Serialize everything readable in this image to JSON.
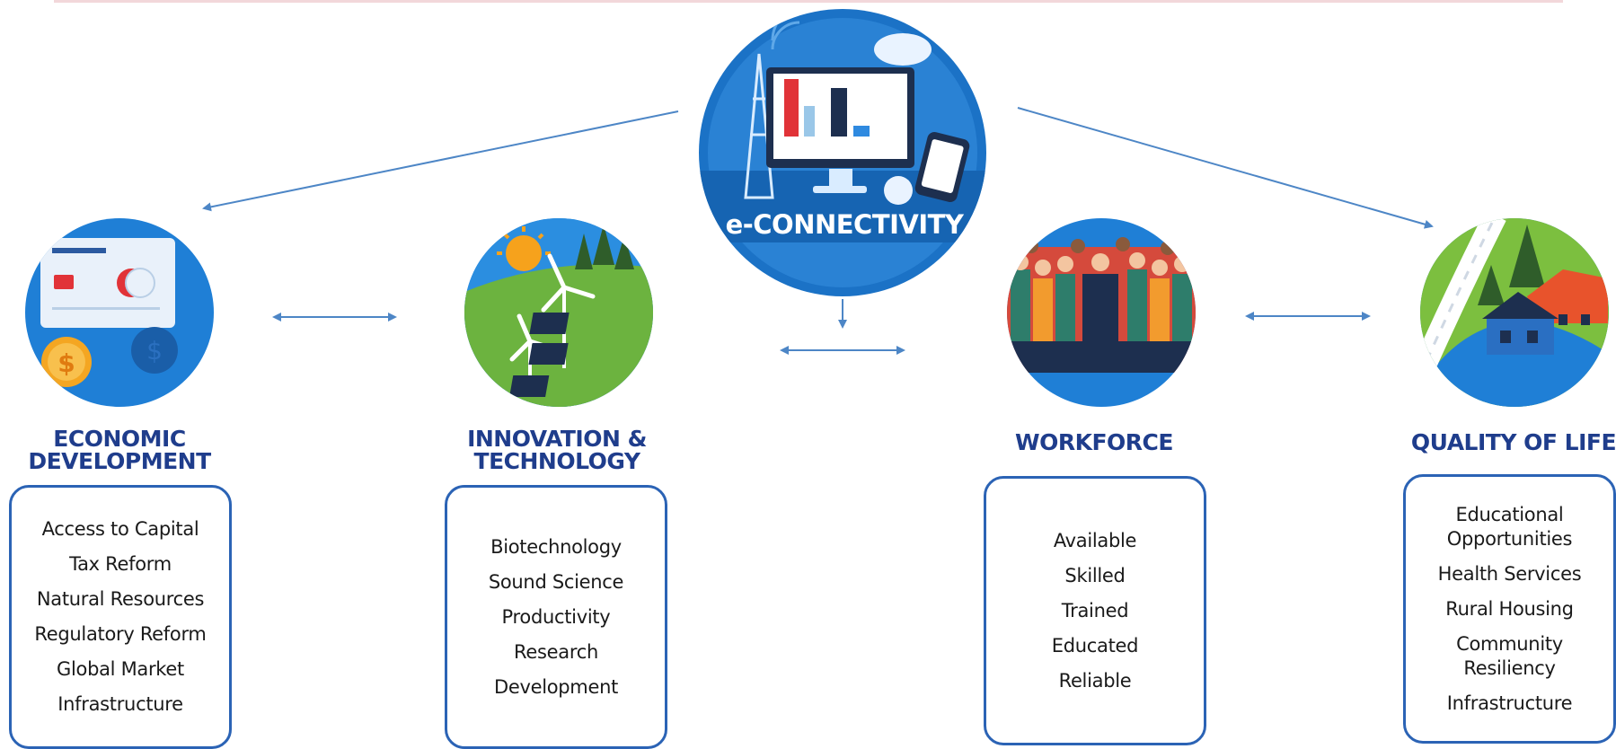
{
  "center": {
    "label": "e-CONNECTIVITY"
  },
  "columns": [
    {
      "title_lines": [
        "ECONOMIC",
        "DEVELOPMENT"
      ],
      "items": [
        "Access to Capital",
        "Tax Reform",
        "Natural Resources",
        "Regulatory Reform",
        "Global Market",
        "Infrastructure"
      ]
    },
    {
      "title_lines": [
        "INNOVATION &",
        "TECHNOLOGY"
      ],
      "items": [
        "Biotechnology",
        "Sound Science",
        "Productivity",
        "Research",
        "Development"
      ]
    },
    {
      "title_lines": [
        "WORKFORCE"
      ],
      "items": [
        "Available",
        "Skilled",
        "Trained",
        "Educated",
        "Reliable"
      ]
    },
    {
      "title_lines": [
        "QUALITY OF LIFE"
      ],
      "items": [
        "Educational\nOpportunities",
        "Health Services",
        "Rural Housing",
        "Community\nResiliency",
        "Infrastructure"
      ]
    }
  ],
  "icons": {
    "center": "e-connectivity-illustration-icon",
    "economic": "credit-card-money-icon",
    "innovation": "renewable-energy-icon",
    "workforce": "crowd-people-icon",
    "quality": "rural-house-landscape-icon"
  },
  "colors": {
    "title": "#1f3d8c",
    "box_border": "#2b63b5",
    "arrow": "#4d86c6",
    "circle_blue": "#1b72c6"
  }
}
